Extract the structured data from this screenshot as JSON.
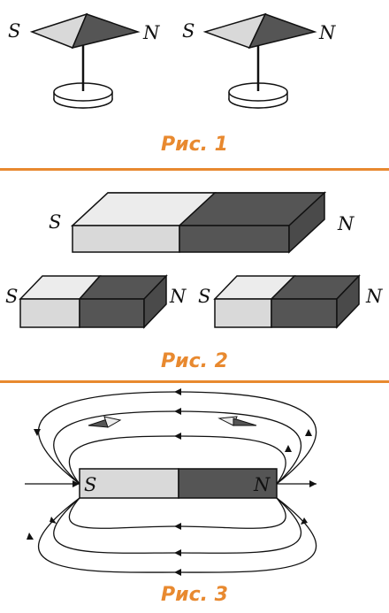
{
  "figures": [
    {
      "caption": "Рис. 1",
      "compasses": [
        {
          "south_label": "S",
          "north_label": "N"
        },
        {
          "south_label": "S",
          "north_label": "N"
        }
      ]
    },
    {
      "caption": "Рис. 2",
      "magnets": [
        {
          "south_label": "S",
          "north_label": "N"
        },
        {
          "south_label": "S",
          "north_label": "N"
        },
        {
          "south_label": "S",
          "north_label": "N"
        }
      ]
    },
    {
      "caption": "Рис. 3",
      "magnet": {
        "south_label": "S",
        "north_label": "N"
      }
    }
  ],
  "colors": {
    "accent": "#e8892f",
    "south": "#d9d9d9",
    "north": "#555555",
    "line": "#111111"
  }
}
